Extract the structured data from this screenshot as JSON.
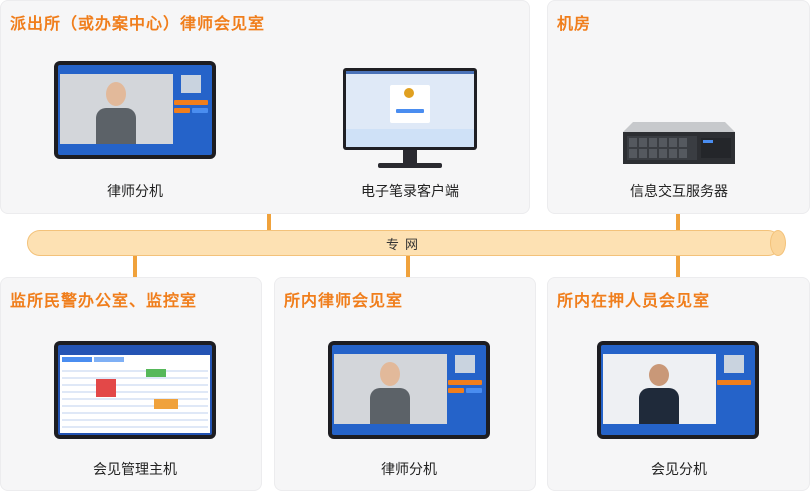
{
  "panels": {
    "station": {
      "title": "派出所（或办案中心）律师会见室",
      "devices": [
        "律师分机",
        "电子笔录客户端"
      ]
    },
    "machine_room": {
      "title": "机房",
      "devices": [
        "信息交互服务器"
      ]
    },
    "police_office": {
      "title": "监所民警办公室、监控室",
      "devices": [
        "会见管理主机"
      ]
    },
    "lawyer_room": {
      "title": "所内律师会见室",
      "devices": [
        "律师分机"
      ]
    },
    "detainee_room": {
      "title": "所内在押人员会见室",
      "devices": [
        "会见分机"
      ]
    }
  },
  "network": {
    "label": "专网"
  },
  "colors": {
    "accent": "#f07e1c",
    "pipe": "#fde1b3",
    "screen": "#2563c9"
  }
}
